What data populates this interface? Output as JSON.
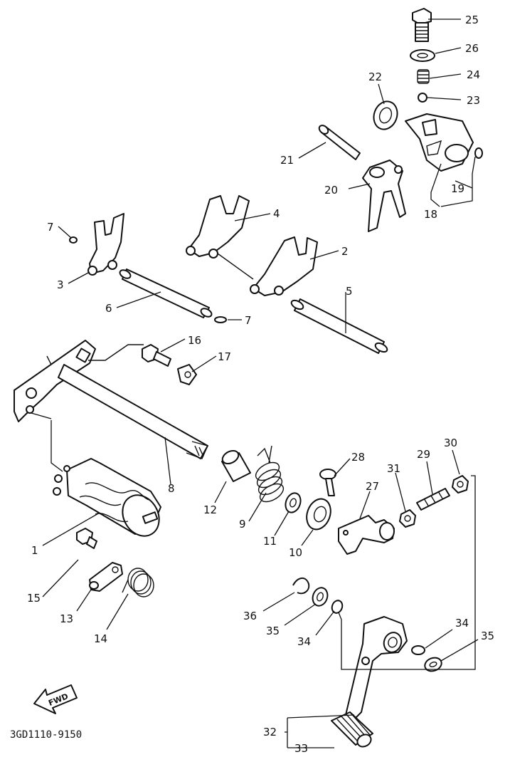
{
  "parts": [
    "1",
    "2",
    "3",
    "4",
    "5",
    "6",
    "7",
    "7",
    "8",
    "9",
    "10",
    "11",
    "12",
    "13",
    "14",
    "15",
    "16",
    "17",
    "18",
    "19",
    "20",
    "21",
    "22",
    "23",
    "24",
    "25",
    "26",
    "27",
    "28",
    "29",
    "30",
    "31",
    "32",
    "33",
    "34",
    "34",
    "35",
    "35",
    "36"
  ],
  "fwd_label": "FWD",
  "drawing_code": "3GD1110-9150"
}
